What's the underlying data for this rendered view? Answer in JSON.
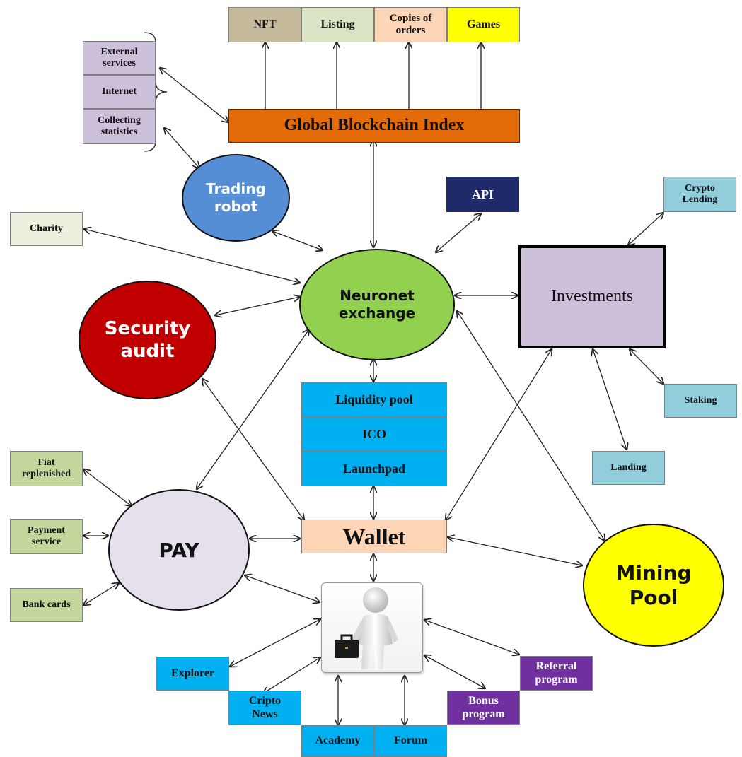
{
  "colors": {
    "top_nft": "#c4b99a",
    "top_listing": "#d9e4c4",
    "top_copies": "#fbd5b5",
    "top_games": "#ffff00",
    "index": "#e36c09",
    "left_box": "#ccc0da",
    "api": "#1f2a6b",
    "blue_box": "#00b0f0",
    "light_blue": "#92cddc",
    "green_box": "#c3d69b",
    "purple_box": "#7030a0",
    "wallet": "#fbd5b5",
    "neuronet": "#92d050",
    "security": "#c00000",
    "trading": "#558ed5",
    "pay": "#e6e0ec",
    "mining": "#ffff00"
  },
  "top_row": {
    "nft": "NFT",
    "listing": "Listing",
    "copies": "Copies of orders",
    "games": "Games"
  },
  "index": {
    "label": "Global Blockchain Index"
  },
  "left_group": {
    "external": "External services",
    "internet": "Internet",
    "collecting": "Collecting statistics"
  },
  "trading_robot": {
    "label": "Trading robot"
  },
  "api": {
    "label": "API"
  },
  "crypto_lending": {
    "label": "Crypto Lending"
  },
  "charity": {
    "label": "Charity"
  },
  "neuronet": {
    "label": "Neuronet exchange"
  },
  "investments": {
    "label": "Investments"
  },
  "security_audit": {
    "label": "Security audit"
  },
  "pool_group": {
    "liquidity": "Liquidity pool",
    "ico": "ICO",
    "launchpad": "Launchpad"
  },
  "staking": {
    "label": "Staking"
  },
  "landing": {
    "label": "Landing"
  },
  "fiat": {
    "label": "Fiat replenished"
  },
  "payment_service": {
    "label": "Payment service"
  },
  "bank_cards": {
    "label": "Bank cards"
  },
  "pay": {
    "label": "PAY"
  },
  "wallet": {
    "label": "Wallet"
  },
  "mining_pool": {
    "label": "Mining Pool"
  },
  "bottom_row": {
    "explorer": "Explorer",
    "cripto_news": "Cripto News",
    "academy": "Academy",
    "forum": "Forum",
    "bonus": "Bonus program",
    "referral": "Referral program"
  },
  "user_figure": {
    "icon": "user-with-briefcase-icon"
  }
}
